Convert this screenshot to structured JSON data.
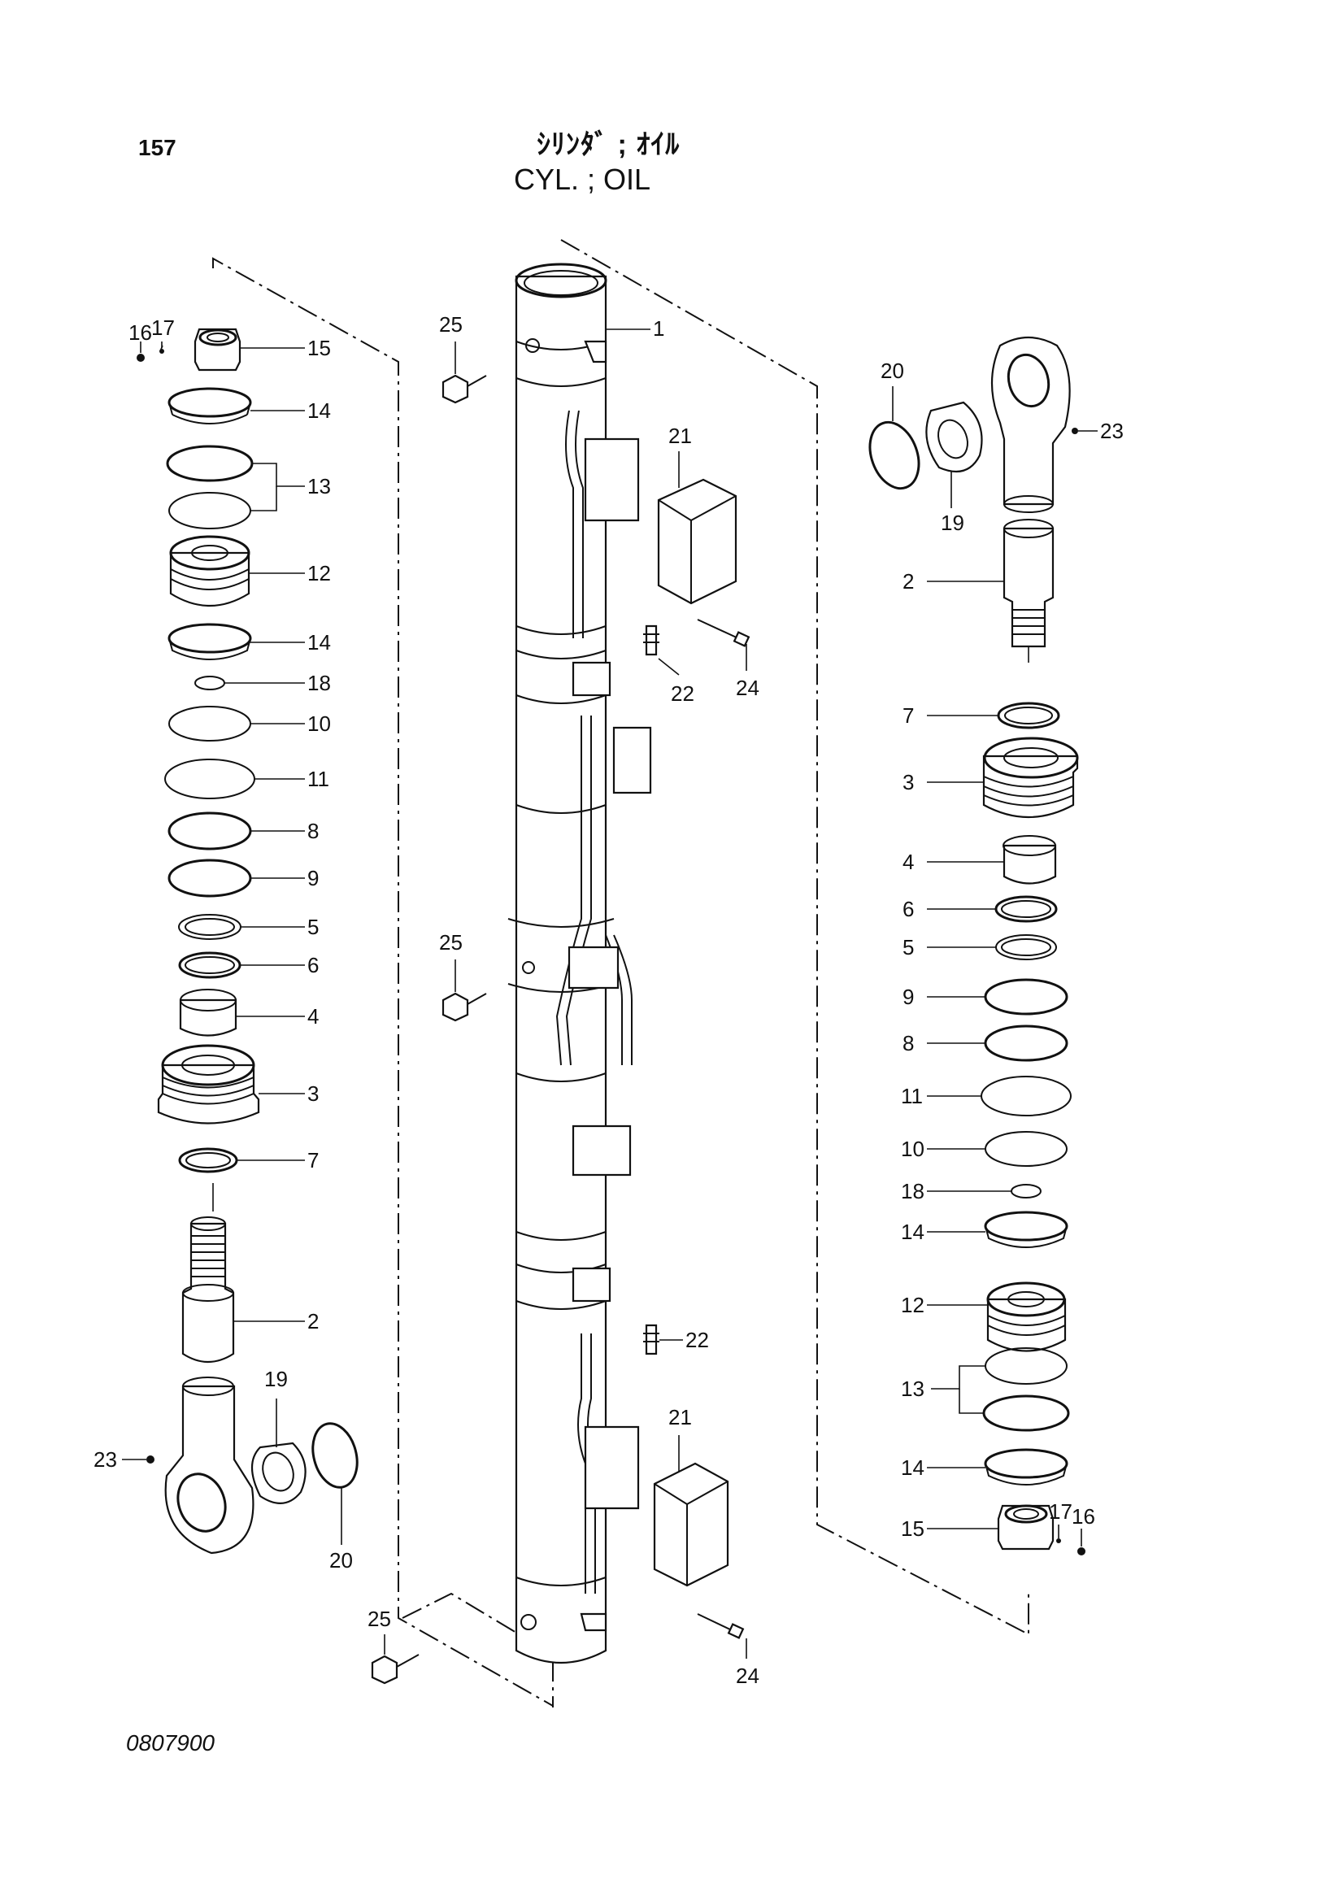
{
  "page": {
    "number": "157",
    "drawing_no": "0807900"
  },
  "title": {
    "jp": "ｼﾘﾝﾀﾞ ; ｵｲﾙ",
    "en": "CYL. ; OIL"
  },
  "callouts": {
    "left": [
      "16",
      "17",
      "15",
      "14",
      "13",
      "12",
      "14",
      "18",
      "10",
      "11",
      "8",
      "9",
      "5",
      "6",
      "4",
      "3",
      "7",
      "2",
      "19",
      "23",
      "20"
    ],
    "center": [
      "25",
      "1",
      "21",
      "22",
      "24",
      "25",
      "22",
      "21",
      "25",
      "24"
    ],
    "right": [
      "20",
      "23",
      "19",
      "2",
      "7",
      "3",
      "4",
      "6",
      "5",
      "9",
      "8",
      "11",
      "10",
      "18",
      "14",
      "12",
      "13",
      "14",
      "15",
      "17",
      "16"
    ]
  }
}
